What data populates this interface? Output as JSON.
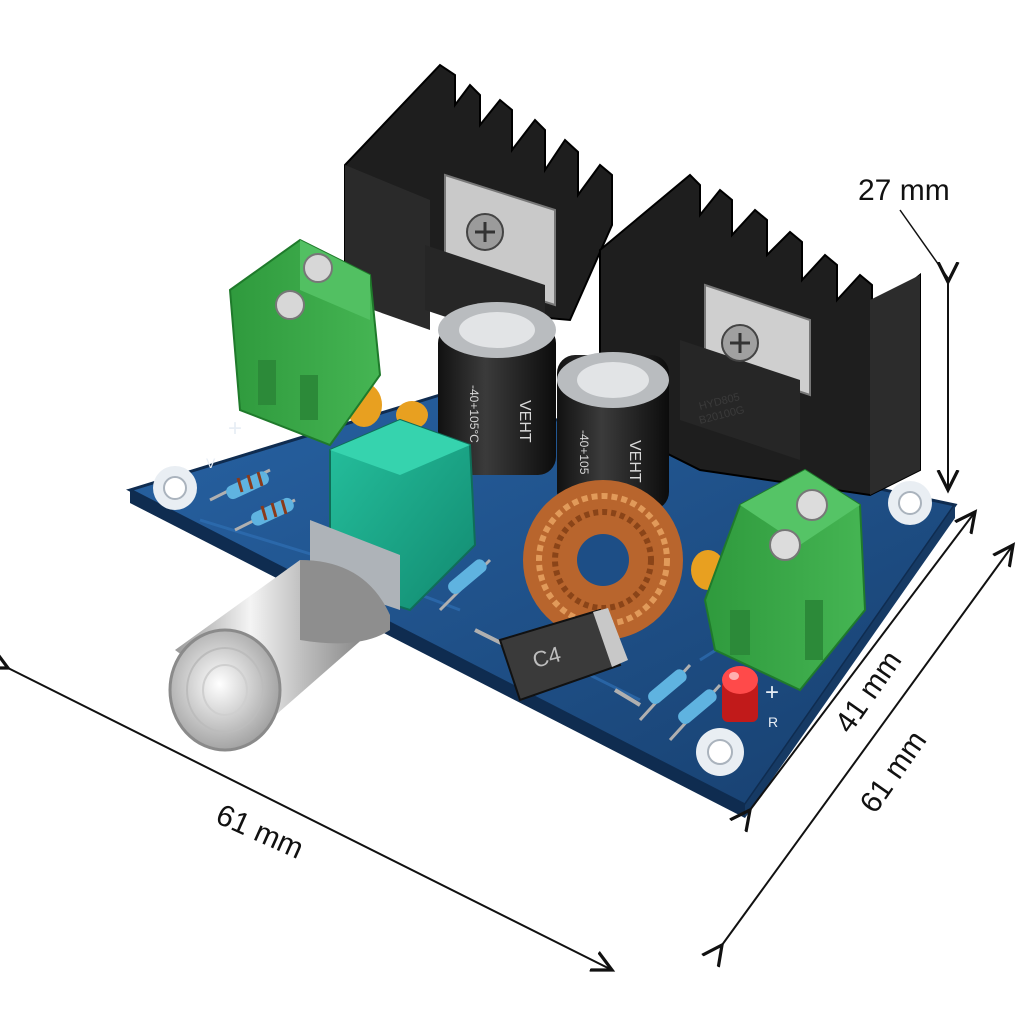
{
  "dimensions": {
    "height_label": "27 mm",
    "width_label": "41 mm",
    "depth_label_right": "61 mm",
    "depth_label_bottom": "61 mm"
  },
  "board": {
    "silkscreen_plus_left": "+",
    "silkscreen_plus_right": "+",
    "silkscreen_v": "V",
    "silkscreen_r": "R"
  },
  "components": {
    "cap_left_text": "VEHT",
    "cap_left_rating": "-40+105°C",
    "cap_right_text": "VEHT",
    "cap_right_rating": "-40+105",
    "chip_right_text": "HYD805",
    "chip_right_code": "B20100G",
    "diode_text": "C4"
  },
  "colors": {
    "pcb": "#1d4e86",
    "heatsink": "#1e1e1e",
    "terminal": "#3aa547",
    "pot_body": "#18a889",
    "inductor": "#b8652d",
    "led": "#e02020",
    "knob": "#c9c9c9"
  }
}
